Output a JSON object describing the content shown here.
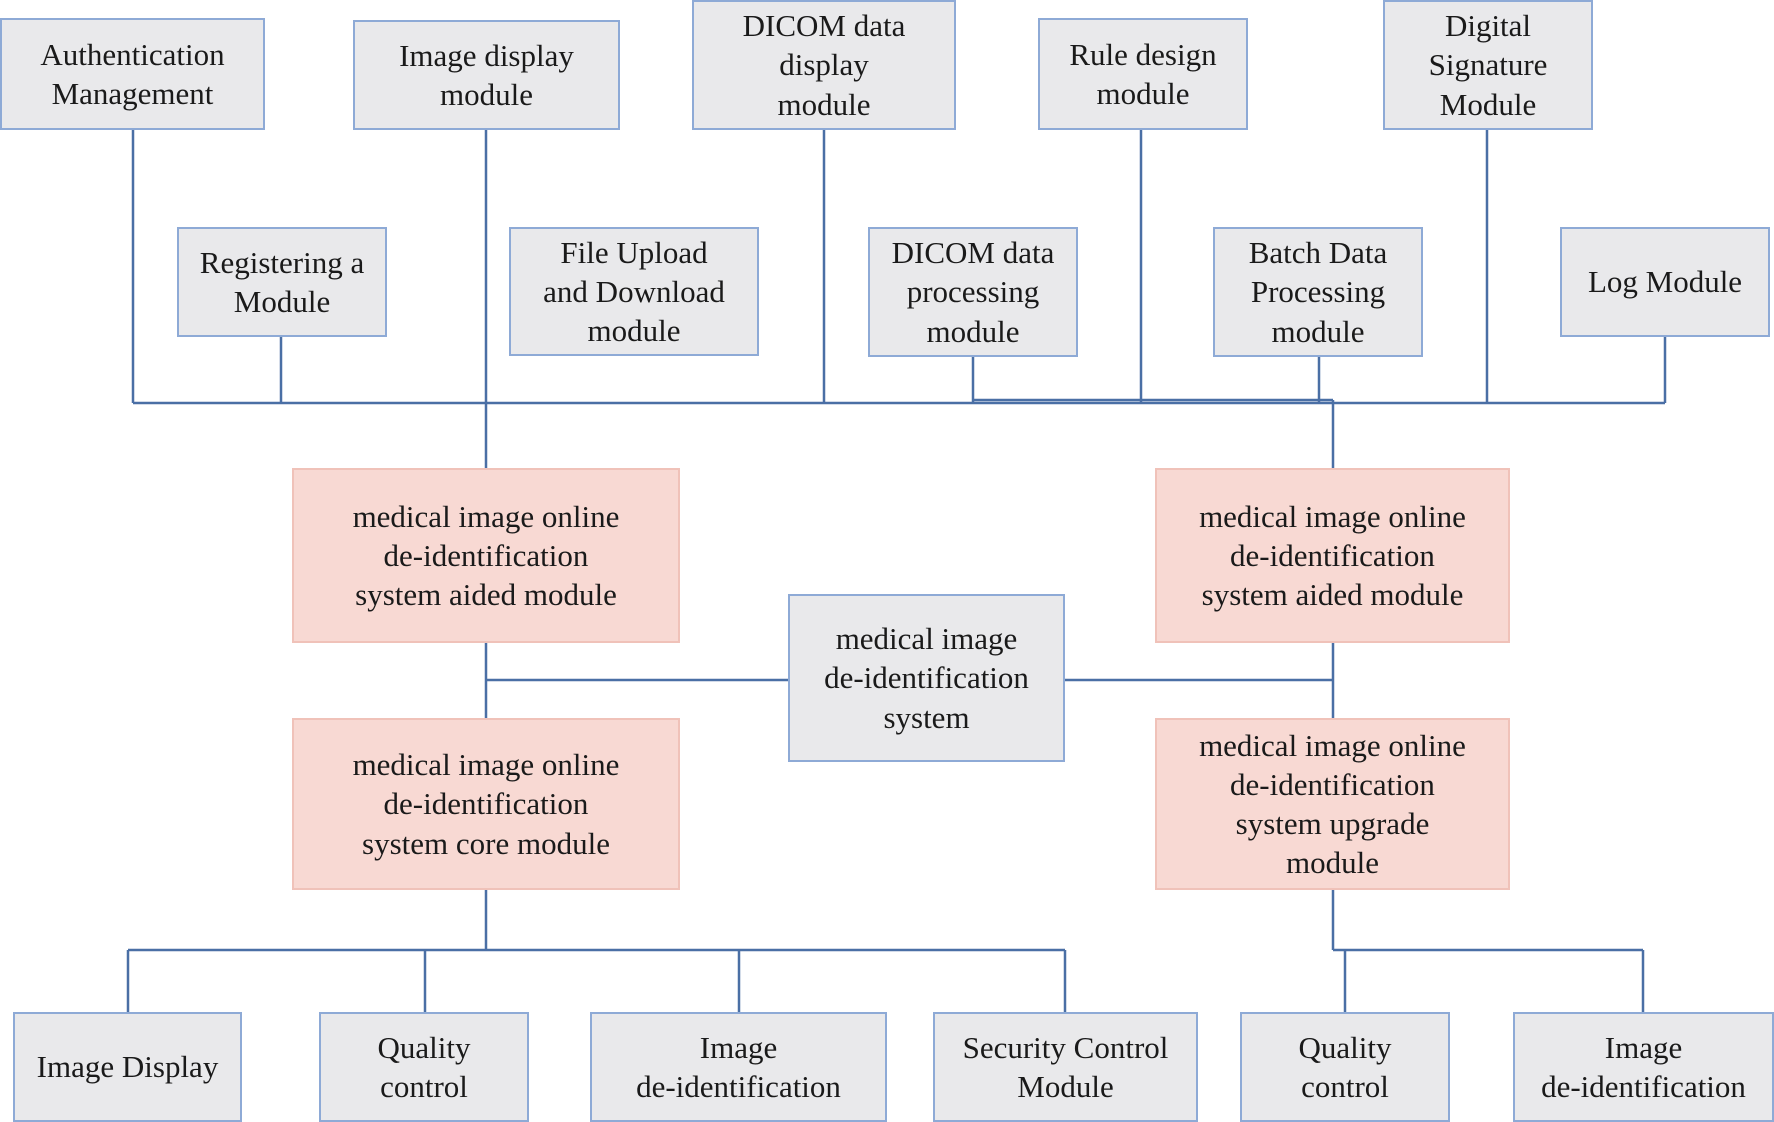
{
  "colors": {
    "line": "#4a6fa5",
    "box_border": "#8eaad6",
    "grey_fill": "#e9e9eb",
    "pink_fill": "#f8d9d3",
    "pink_border": "#f0c2b9"
  },
  "top_modules": {
    "authentication": "Authentication\nManagement",
    "image_display": "Image display\nmodule",
    "dicom_display": "DICOM data\ndisplay\nmodule",
    "rule_design": "Rule design\nmodule",
    "digital_signature": "Digital\nSignature\nModule"
  },
  "second_row_modules": {
    "registering": "Registering a\nModule",
    "file_upload": "File Upload\nand Download\nmodule",
    "dicom_processing": "DICOM data\nprocessing\nmodule",
    "batch_processing": "Batch Data\nProcessing\nmodule",
    "log": "Log Module"
  },
  "subsystems": {
    "aided_left": "medical image online\nde-identification\nsystem aided module",
    "aided_right": "medical image online\nde-identification\nsystem aided module",
    "core": "medical image online\nde-identification\nsystem core module",
    "upgrade": "medical image online\nde-identification\nsystem upgrade\nmodule"
  },
  "center": {
    "system": "medical image\nde-identification\nsystem"
  },
  "bottom_modules": {
    "image_display": "Image Display",
    "quality_control_left": "Quality\ncontrol",
    "image_deid_left": "Image\nde-identification",
    "security_control": "Security Control\nModule",
    "quality_control_right": "Quality\ncontrol",
    "image_deid_right": "Image\nde-identification"
  }
}
